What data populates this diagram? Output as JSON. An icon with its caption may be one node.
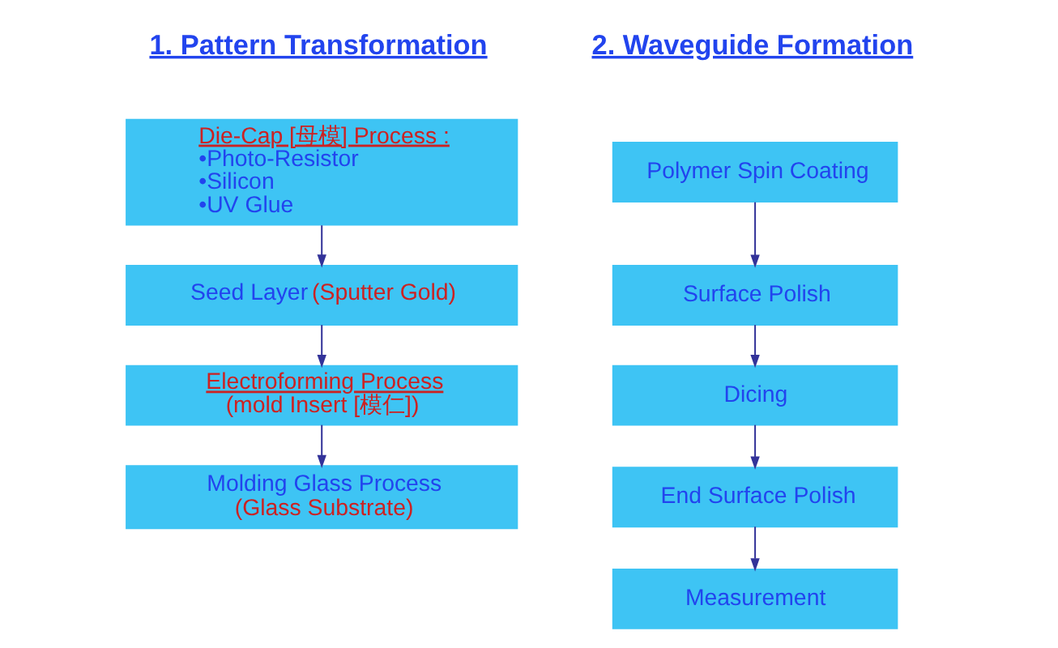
{
  "diagram": {
    "nodes": [
      {
        "text": [
          "Die-Cap [母模] Process :",
          "•Photo-Resistor",
          "•Silicon",
          "•UV Glue"
        ]
      },
      {
        "text": [
          "Seed Layer",
          "(Sputter Gold)"
        ]
      },
      {
        "text": [
          "Electroforming Process",
          "(mold Insert [模仁])"
        ]
      },
      {
        "text": [
          "Molding Glass Process",
          "(Glass Substrate)"
        ]
      },
      {
        "text": [
          "Polymer Spin Coating"
        ]
      },
      {
        "text": [
          "Surface Polish"
        ]
      },
      {
        "text": [
          "Dicing"
        ]
      },
      {
        "text": [
          "End Surface Polish"
        ]
      },
      {
        "text": [
          "Measurement"
        ]
      }
    ],
    "edges": [
      {
        "from": 0,
        "to": 1,
        "arrow": "to"
      },
      {
        "from": 1,
        "to": 2,
        "arrow": "to"
      },
      {
        "from": 2,
        "to": 3,
        "arrow": "to"
      },
      {
        "from": 4,
        "to": 5,
        "arrow": "to"
      },
      {
        "from": 5,
        "to": 6,
        "arrow": "to"
      },
      {
        "from": 6,
        "to": 7,
        "arrow": "to"
      },
      {
        "from": 7,
        "to": 8,
        "arrow": "to"
      }
    ],
    "labels": [
      "1. Pattern Transformation",
      "2. Waveguide Formation"
    ]
  }
}
